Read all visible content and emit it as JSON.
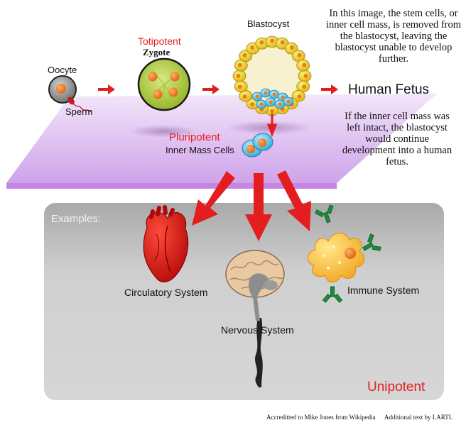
{
  "labels": {
    "oocyte": "Oocyte",
    "sperm": "Sperm",
    "totipotent": "Totipotent",
    "zygote": "Zygote",
    "blastocyst": "Blastocyst",
    "human_fetus": "Human Fetus",
    "pluripotent": "Pluripotent",
    "inner_mass_cells": "Inner Mass Cells",
    "examples": "Examples:",
    "circulatory_system": "Circulatory System",
    "nervous_system": "Nervous System",
    "immune_system": "Immune System",
    "unipotent": "Unipotent"
  },
  "notes": {
    "top": "In this image, the stem cells, or inner cell mass, is removed from the blastocyst, leaving the blastocyst unable to develop further.",
    "middle": "If the inner cell mass was left intact, the blastocyst would continue development into a human fetus."
  },
  "credits": {
    "left": "Accreditted to Mike Jones  from Wikipedia",
    "right": "Additional text by LARTL"
  },
  "colors": {
    "accent_red": "#e41e1e",
    "platform": "#d9b3ee",
    "panel": "#c8c8c8",
    "cell_yellow": "#f2d21a",
    "nucleus_orange": "#f07a18",
    "stem_blue": "#5ec8ec"
  },
  "icons": [
    "oocyte-icon",
    "sperm-icon",
    "zygote-icon",
    "blastocyst-icon",
    "inner-mass-cells-icon",
    "heart-icon",
    "brain-icon",
    "immune-cell-icon",
    "antibody-icon"
  ]
}
